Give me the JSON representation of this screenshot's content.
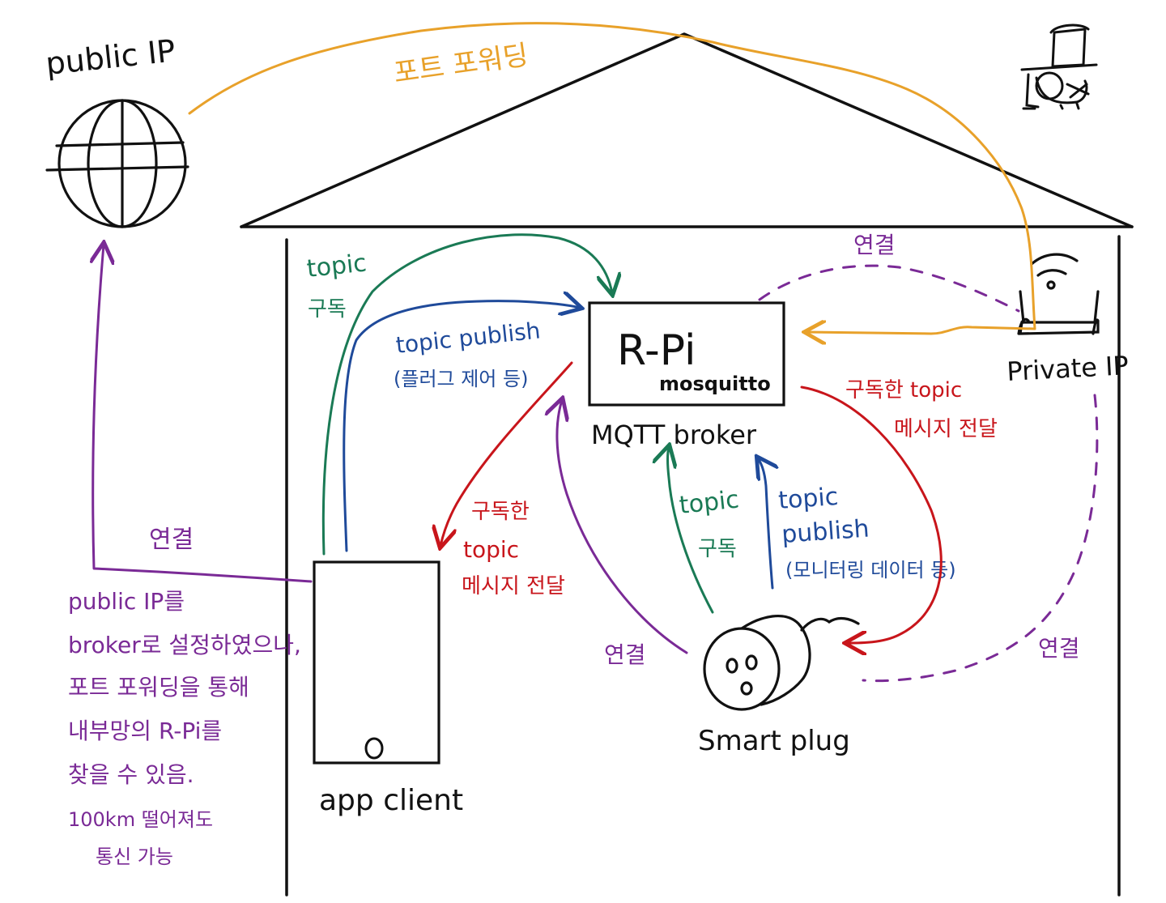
{
  "colors": {
    "black": "#111111",
    "orange": "#e8a12a",
    "purple": "#7a2a96",
    "green": "#1a7a55",
    "blue": "#1f4a9a",
    "red": "#c8151b"
  },
  "icons": {
    "globe": "globe-icon",
    "router": "router-icon",
    "thief": "top-hat-thief-icon",
    "plug": "smart-plug-icon",
    "phone": "phone-icon"
  },
  "labels": {
    "public_ip": "public IP",
    "port_forwarding": "포트 포워딩",
    "private_ip": "Private IP",
    "rpi_title": "R-Pi",
    "rpi_sub": "mosquitto",
    "broker": "MQTT broker",
    "app_client": "app client",
    "smart_plug": "Smart plug",
    "connect_top": "연결",
    "connect_left": "연결",
    "connect_mid": "연결",
    "connect_right": "연결",
    "app_sub_line1": "topic",
    "app_sub_line2": "구독",
    "app_pub_line1": "topic publish",
    "app_pub_line2": "(플러그 제어 등)",
    "broker_to_app_line1": "구독한",
    "broker_to_app_line2": "topic",
    "broker_to_app_line3": "메시지 전달",
    "plug_sub_line1": "topic",
    "plug_sub_line2": "구독",
    "plug_pub_line1": "topic",
    "plug_pub_line2": "publish",
    "plug_pub_line3": "(모니터링 데이터 등)",
    "broker_to_plug_line1": "구독한 topic",
    "broker_to_plug_line2": "메시지 전달"
  },
  "note_lines": [
    "public IP를",
    "broker로 설정하였으나,",
    "포트 포워딩을 통해",
    "내부망의 R-Pi를",
    "찾을 수 있음.",
    "100km 떨어져도",
    "통신 가능"
  ]
}
